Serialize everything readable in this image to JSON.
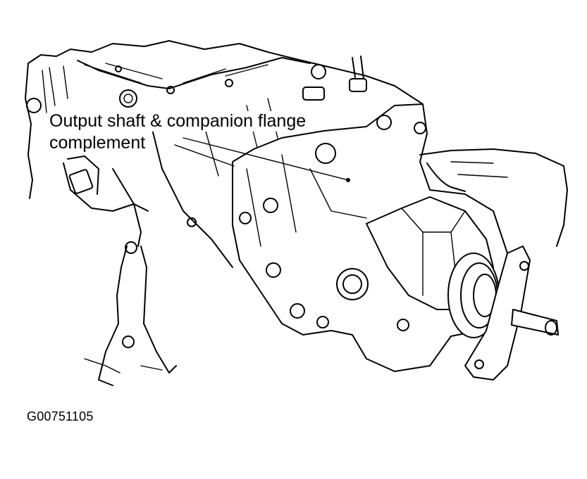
{
  "diagram": {
    "callout_line1": "Output shaft & companion flange",
    "callout_line2": "complement",
    "figure_id": "G00751105"
  }
}
